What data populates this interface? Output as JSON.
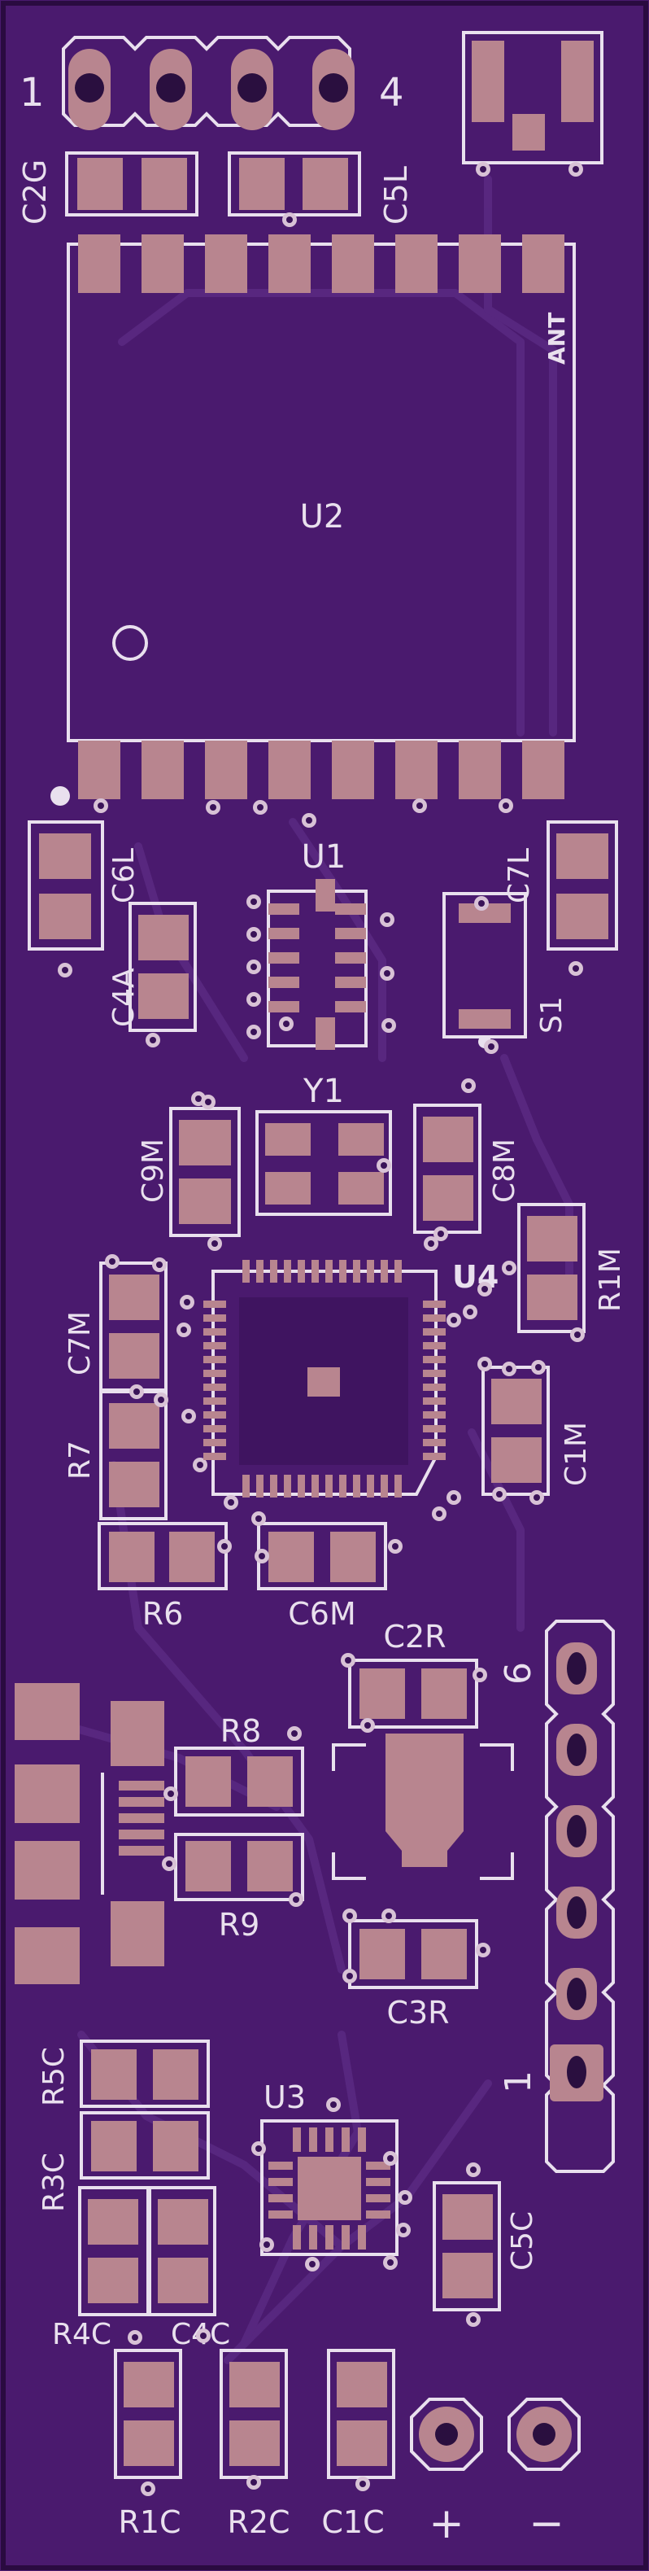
{
  "colors": {
    "board": "#4a1a6e",
    "board_dark": "#3f1460",
    "trace": "#5a2a82",
    "pad": "#b8858f",
    "silk": "#e9e0ee",
    "via_ring": "#d8c2d6",
    "via_hole": "#3a1358",
    "pad_hole": "#2a0f3f"
  },
  "labels": {
    "jp_top_1": "1",
    "jp_top_4": "4",
    "c2g": "C2G",
    "c5l": "C5L",
    "ant": "ANT",
    "u2": "U2",
    "u1": "U1",
    "c6l": "C6L",
    "c4a": "C4A",
    "c7l": "C7L",
    "s1": "S1",
    "y1": "Y1",
    "c9m": "C9M",
    "c8m": "C8M",
    "r1m": "R1M",
    "u4": "U4",
    "c7m": "C7M",
    "c1m": "C1M",
    "r7": "R7",
    "r6": "R6",
    "c6m": "C6M",
    "c2r": "C2R",
    "jp_right_6": "6",
    "jp_right_1": "1",
    "r8": "R8",
    "r9": "R9",
    "c3r": "C3R",
    "r5c": "R5C",
    "r3c": "R3C",
    "u3": "U3",
    "c5c": "C5C",
    "r4c": "R4C",
    "c4c": "C4C",
    "r1c": "R1C",
    "r2c": "R2C",
    "c1c": "C1C",
    "plus": "+",
    "minus": "−"
  }
}
